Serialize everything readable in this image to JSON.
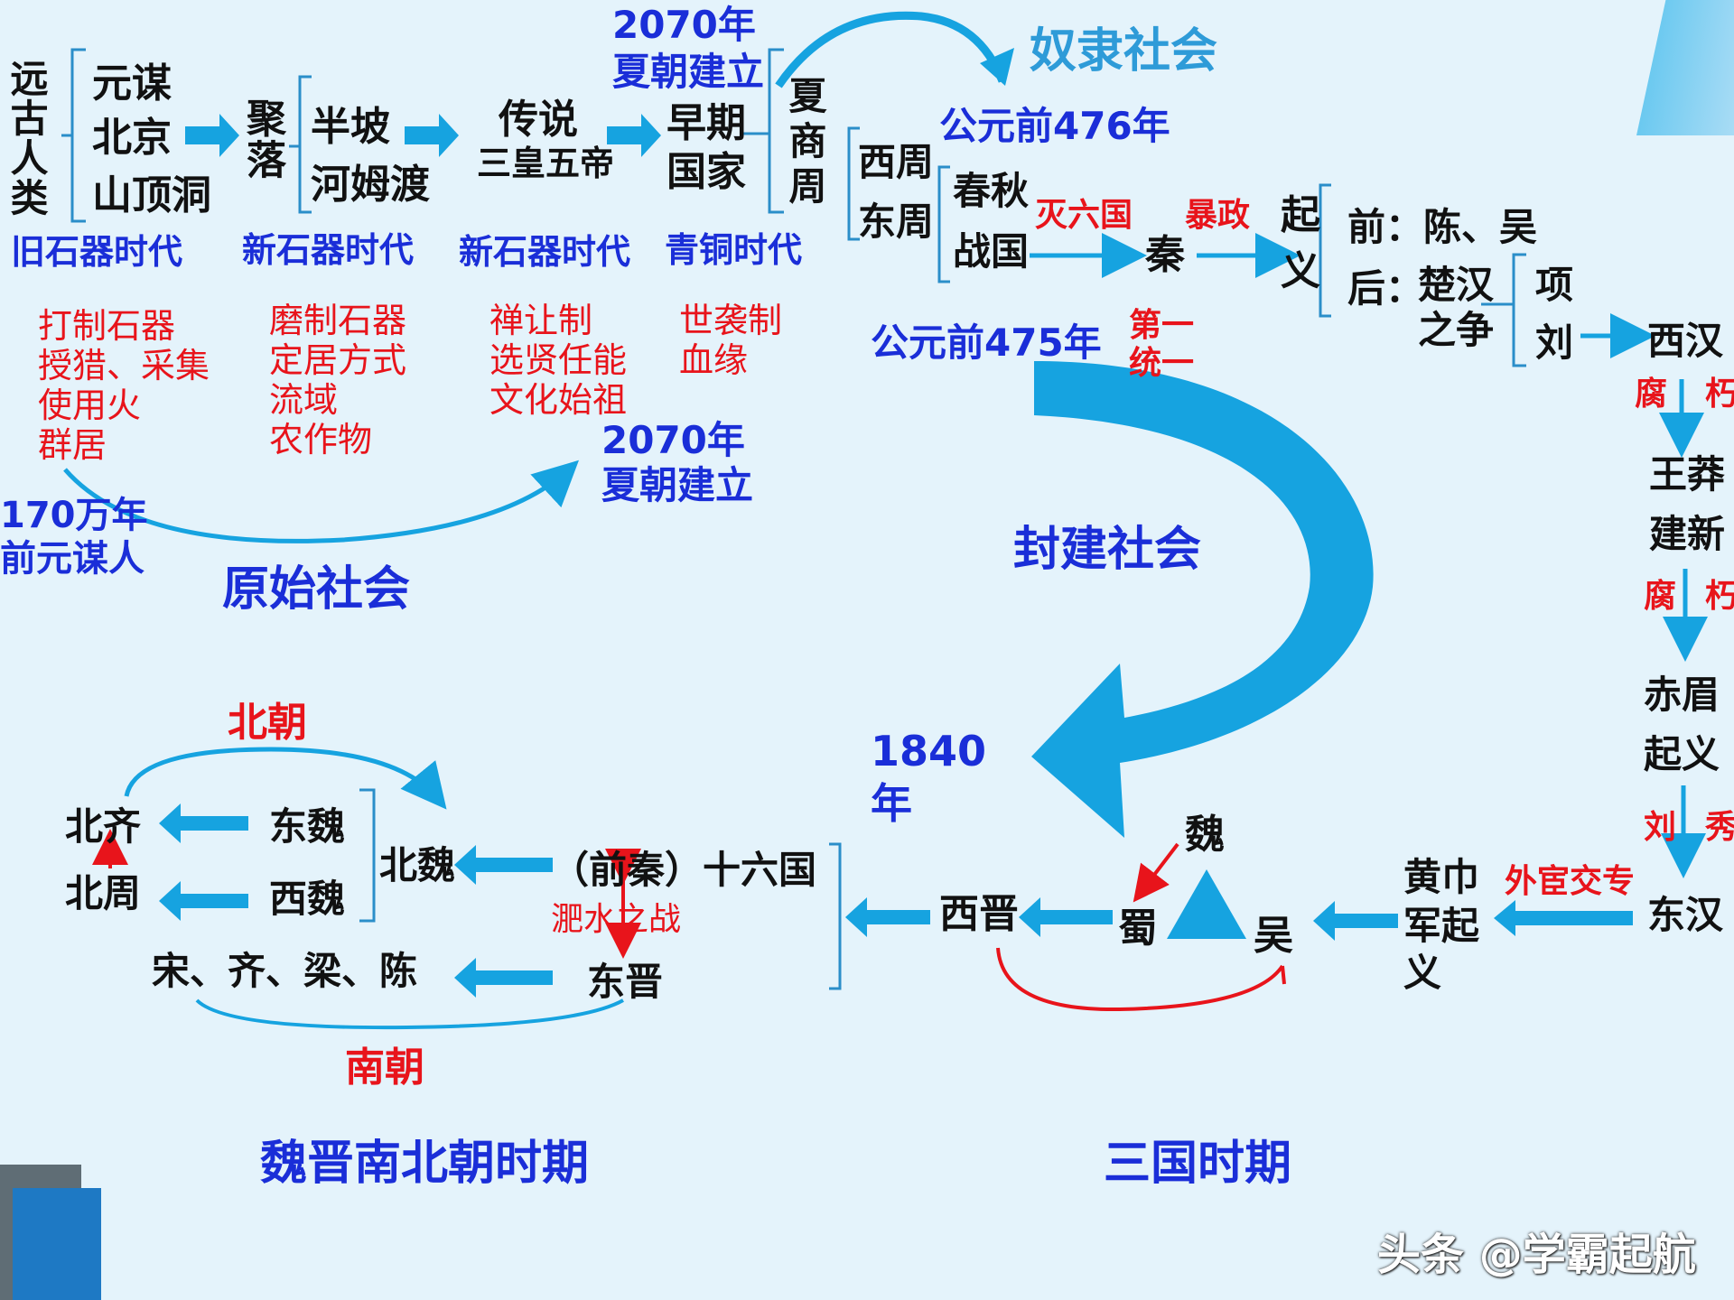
{
  "colors": {
    "background": "#e4f3fb",
    "arrow_blue": "#16a3e0",
    "label_blue": "#1a2ed8",
    "label_red": "#e8141b",
    "text_black": "#111111"
  },
  "primitive": {
    "group_label": "远古人类",
    "sites": [
      "元谋",
      "北京",
      "山顶洞"
    ],
    "settlement": "聚落",
    "settlement_sites": [
      "半坡",
      "河姆渡"
    ],
    "legend_title": "传说",
    "legend_names": "三皇五帝",
    "early_state": [
      "早期",
      "国家"
    ],
    "ages": [
      "旧石器时代",
      "新石器时代",
      "新石器时代",
      "青铜时代"
    ],
    "notes_paleo": [
      "打制石器",
      "授猎、采集",
      "使用火",
      "群居"
    ],
    "notes_neo": [
      "磨制石器",
      "定居方式",
      "流域",
      "农作物"
    ],
    "notes_legend": [
      "禅让制",
      "选贤任能",
      "文化始祖"
    ],
    "notes_bronze": [
      "世袭制",
      "血缘"
    ],
    "start_label": [
      "170万年",
      "前元谋人"
    ],
    "end_label": [
      "2070年",
      "夏朝建立"
    ],
    "era_label": "原始社会"
  },
  "slave": {
    "xia_label": [
      "2070年",
      "夏朝建立"
    ],
    "dynasties": "夏商周",
    "zhou": [
      "西周",
      "东周"
    ],
    "eastern_zhou": [
      "春秋",
      "战国"
    ],
    "end_year": "公元前476年",
    "era_label": "奴隶社会"
  },
  "feudal": {
    "start_year": "公元前475年",
    "unify_label": "灭六国",
    "first_unify": [
      "第一",
      "统一"
    ],
    "qin": "秦",
    "tyranny": "暴政",
    "uprising": [
      "起",
      "义"
    ],
    "uprising_early": "前：陈、吴",
    "uprising_late_prefix": "后：",
    "chu_han": [
      "楚汉",
      "之争"
    ],
    "xiang_liu": [
      "项",
      "刘"
    ],
    "western_han": "西汉",
    "decay": [
      "腐",
      "朽"
    ],
    "wang_mang": [
      "王莽",
      "建新"
    ],
    "chimei": [
      "赤眉",
      "起义"
    ],
    "liu_xiu": [
      "刘",
      "秀"
    ],
    "eastern_han": "东汉",
    "eunuchs": "外宦交专",
    "yellow_turban": [
      "黄巾",
      "军起",
      "义"
    ],
    "end_year": [
      "1840",
      "年"
    ],
    "era_label": "封建社会"
  },
  "three_kingdoms": {
    "wei": "魏",
    "shu": "蜀",
    "wu": "吴",
    "western_jin": "西晋",
    "period_label": "三国时期"
  },
  "nanbei": {
    "sixteen": "（前秦）十六国",
    "battle": "淝水之战",
    "eastern_jin": "东晋",
    "northern_wei": "北魏",
    "eastern_wei": "东魏",
    "western_wei": "西魏",
    "northern_qi": "北齐",
    "northern_zhou": "北周",
    "southern": "宋、齐、梁、陈",
    "north_label": "北朝",
    "south_label": "南朝",
    "period_label": "魏晋南北朝时期"
  },
  "watermark": "头条 @学霸起航"
}
